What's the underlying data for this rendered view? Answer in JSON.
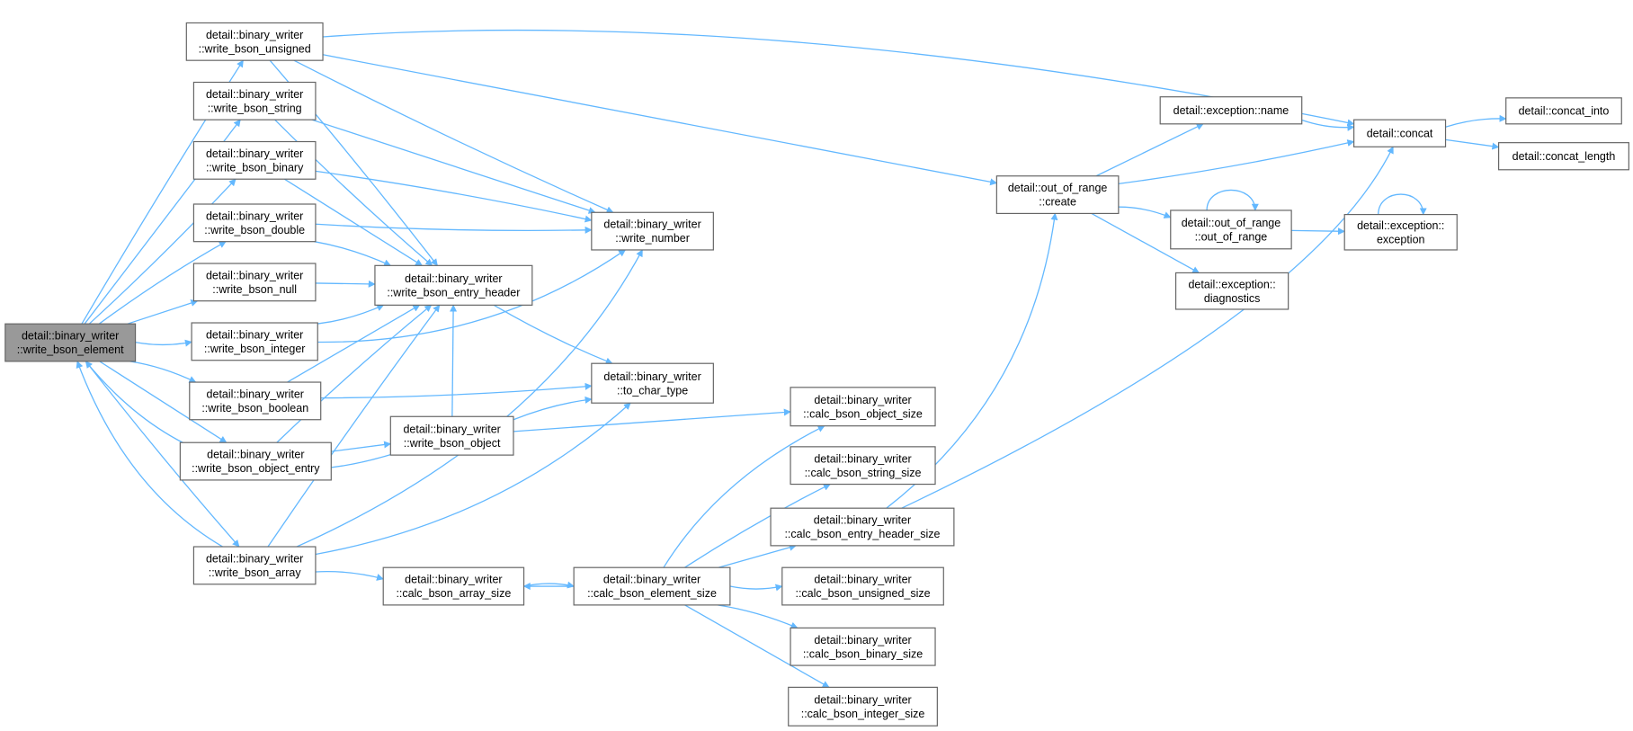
{
  "colors": {
    "edge": "#63b8ff",
    "node_fill": "#ffffff",
    "node_border": "#666666",
    "root_fill": "#999999",
    "text": "#000000"
  },
  "nodes": [
    {
      "id": "write_bson_element",
      "lines": [
        "detail::binary_writer",
        "::write_bson_element"
      ],
      "root": true
    },
    {
      "id": "write_bson_unsigned",
      "lines": [
        "detail::binary_writer",
        "::write_bson_unsigned"
      ]
    },
    {
      "id": "write_bson_string",
      "lines": [
        "detail::binary_writer",
        "::write_bson_string"
      ]
    },
    {
      "id": "write_bson_binary",
      "lines": [
        "detail::binary_writer",
        "::write_bson_binary"
      ]
    },
    {
      "id": "write_bson_double",
      "lines": [
        "detail::binary_writer",
        "::write_bson_double"
      ]
    },
    {
      "id": "write_bson_null",
      "lines": [
        "detail::binary_writer",
        "::write_bson_null"
      ]
    },
    {
      "id": "write_bson_integer",
      "lines": [
        "detail::binary_writer",
        "::write_bson_integer"
      ]
    },
    {
      "id": "write_bson_boolean",
      "lines": [
        "detail::binary_writer",
        "::write_bson_boolean"
      ]
    },
    {
      "id": "write_bson_object_entry",
      "lines": [
        "detail::binary_writer",
        "::write_bson_object_entry"
      ]
    },
    {
      "id": "write_bson_array",
      "lines": [
        "detail::binary_writer",
        "::write_bson_array"
      ]
    },
    {
      "id": "write_bson_entry_header",
      "lines": [
        "detail::binary_writer",
        "::write_bson_entry_header"
      ]
    },
    {
      "id": "write_number",
      "lines": [
        "detail::binary_writer",
        "::write_number"
      ]
    },
    {
      "id": "to_char_type",
      "lines": [
        "detail::binary_writer",
        "::to_char_type"
      ]
    },
    {
      "id": "write_bson_object",
      "lines": [
        "detail::binary_writer",
        "::write_bson_object"
      ]
    },
    {
      "id": "calc_bson_array_size",
      "lines": [
        "detail::binary_writer",
        "::calc_bson_array_size"
      ]
    },
    {
      "id": "calc_bson_element_size",
      "lines": [
        "detail::binary_writer",
        "::calc_bson_element_size"
      ]
    },
    {
      "id": "calc_bson_object_size",
      "lines": [
        "detail::binary_writer",
        "::calc_bson_object_size"
      ]
    },
    {
      "id": "calc_bson_string_size",
      "lines": [
        "detail::binary_writer",
        "::calc_bson_string_size"
      ]
    },
    {
      "id": "calc_bson_entry_header_size",
      "lines": [
        "detail::binary_writer",
        "::calc_bson_entry_header_size"
      ]
    },
    {
      "id": "calc_bson_unsigned_size",
      "lines": [
        "detail::binary_writer",
        "::calc_bson_unsigned_size"
      ]
    },
    {
      "id": "calc_bson_binary_size",
      "lines": [
        "detail::binary_writer",
        "::calc_bson_binary_size"
      ]
    },
    {
      "id": "calc_bson_integer_size",
      "lines": [
        "detail::binary_writer",
        "::calc_bson_integer_size"
      ]
    },
    {
      "id": "out_of_range_create",
      "lines": [
        "detail::out_of_range",
        "::create"
      ]
    },
    {
      "id": "exception_name",
      "lines": [
        "detail::exception::name"
      ]
    },
    {
      "id": "out_of_range_ctor",
      "lines": [
        "detail::out_of_range",
        "::out_of_range"
      ]
    },
    {
      "id": "exception_diagnostics",
      "lines": [
        "detail::exception::",
        "diagnostics"
      ]
    },
    {
      "id": "concat",
      "lines": [
        "detail::concat"
      ]
    },
    {
      "id": "exception_ctor",
      "lines": [
        "detail::exception::",
        "exception"
      ]
    },
    {
      "id": "concat_into",
      "lines": [
        "detail::concat_into"
      ]
    },
    {
      "id": "concat_length",
      "lines": [
        "detail::concat_length"
      ]
    }
  ],
  "edges": [
    [
      "write_bson_element",
      "write_bson_unsigned"
    ],
    [
      "write_bson_element",
      "write_bson_string"
    ],
    [
      "write_bson_element",
      "write_bson_binary"
    ],
    [
      "write_bson_element",
      "write_bson_double"
    ],
    [
      "write_bson_element",
      "write_bson_null"
    ],
    [
      "write_bson_element",
      "write_bson_integer"
    ],
    [
      "write_bson_element",
      "write_bson_boolean"
    ],
    [
      "write_bson_element",
      "write_bson_object_entry"
    ],
    [
      "write_bson_element",
      "write_bson_array"
    ],
    [
      "write_bson_unsigned",
      "concat"
    ],
    [
      "write_bson_unsigned",
      "out_of_range_create"
    ],
    [
      "write_bson_unsigned",
      "write_number"
    ],
    [
      "write_bson_unsigned",
      "write_bson_entry_header"
    ],
    [
      "write_bson_string",
      "write_number"
    ],
    [
      "write_bson_string",
      "write_bson_entry_header"
    ],
    [
      "write_bson_binary",
      "write_number"
    ],
    [
      "write_bson_binary",
      "write_bson_entry_header"
    ],
    [
      "write_bson_double",
      "write_number"
    ],
    [
      "write_bson_double",
      "write_bson_entry_header"
    ],
    [
      "write_bson_null",
      "write_bson_entry_header"
    ],
    [
      "write_bson_integer",
      "write_bson_entry_header"
    ],
    [
      "write_bson_integer",
      "write_number"
    ],
    [
      "write_bson_boolean",
      "write_bson_entry_header"
    ],
    [
      "write_bson_boolean",
      "to_char_type"
    ],
    [
      "write_bson_object_entry",
      "write_bson_entry_header"
    ],
    [
      "write_bson_object_entry",
      "write_bson_object"
    ],
    [
      "write_bson_object",
      "write_bson_entry_header"
    ],
    [
      "write_bson_object",
      "to_char_type"
    ],
    [
      "write_bson_object",
      "calc_bson_object_size"
    ],
    [
      "write_bson_object",
      "write_bson_element"
    ],
    [
      "write_bson_array",
      "write_bson_entry_header"
    ],
    [
      "write_bson_array",
      "write_number"
    ],
    [
      "write_bson_array",
      "to_char_type"
    ],
    [
      "write_bson_array",
      "calc_bson_array_size"
    ],
    [
      "write_bson_array",
      "write_bson_element"
    ],
    [
      "write_bson_entry_header",
      "to_char_type"
    ],
    [
      "calc_bson_array_size",
      "calc_bson_element_size"
    ],
    [
      "calc_bson_element_size",
      "calc_bson_array_size"
    ],
    [
      "calc_bson_element_size",
      "calc_bson_object_size"
    ],
    [
      "calc_bson_element_size",
      "calc_bson_string_size"
    ],
    [
      "calc_bson_element_size",
      "calc_bson_entry_header_size"
    ],
    [
      "calc_bson_element_size",
      "calc_bson_unsigned_size"
    ],
    [
      "calc_bson_element_size",
      "calc_bson_binary_size"
    ],
    [
      "calc_bson_element_size",
      "calc_bson_integer_size"
    ],
    [
      "calc_bson_entry_header_size",
      "out_of_range_create"
    ],
    [
      "calc_bson_entry_header_size",
      "concat"
    ],
    [
      "out_of_range_create",
      "exception_name"
    ],
    [
      "out_of_range_create",
      "concat"
    ],
    [
      "out_of_range_create",
      "out_of_range_ctor"
    ],
    [
      "out_of_range_create",
      "exception_diagnostics"
    ],
    [
      "exception_name",
      "concat"
    ],
    [
      "out_of_range_ctor",
      "out_of_range_ctor"
    ],
    [
      "out_of_range_ctor",
      "exception_ctor"
    ],
    [
      "exception_ctor",
      "exception_ctor"
    ],
    [
      "concat",
      "concat_into"
    ],
    [
      "concat",
      "concat_length"
    ]
  ]
}
